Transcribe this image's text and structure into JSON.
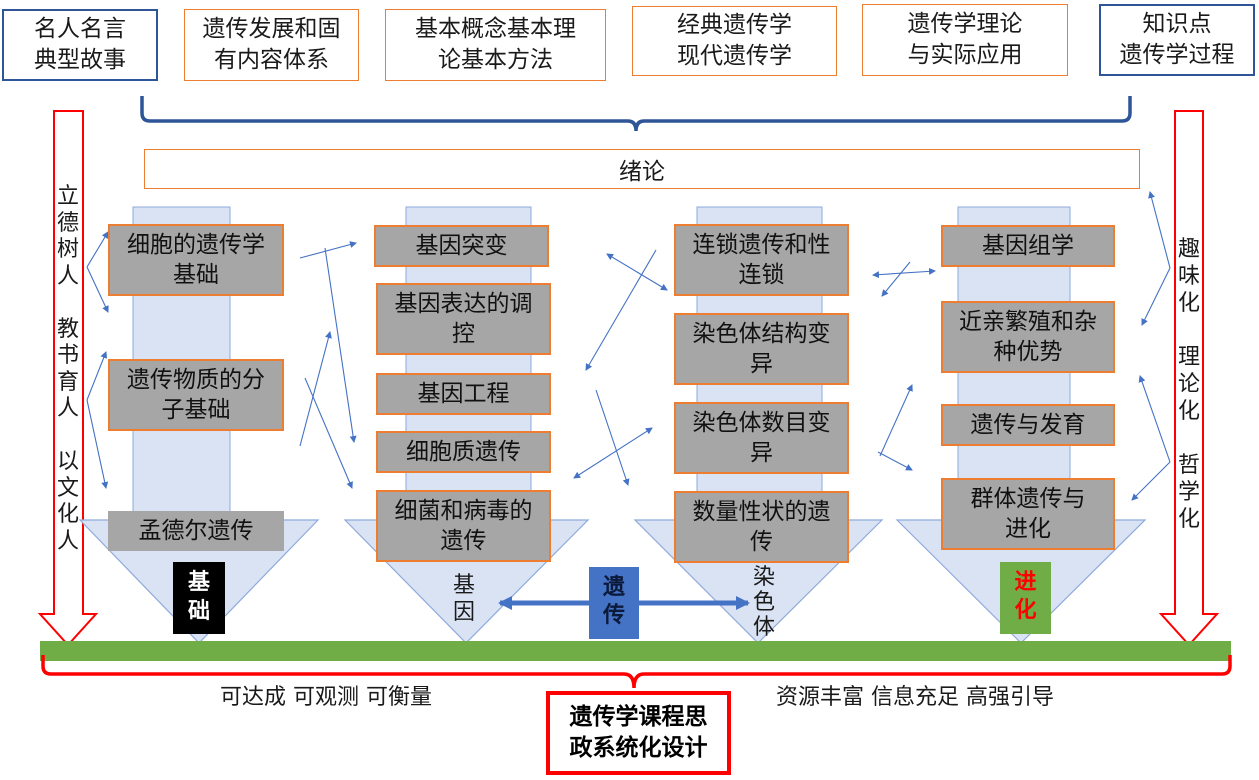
{
  "top_boxes": [
    {
      "text": "名人名言\n典型故事",
      "border": "#2e5597"
    },
    {
      "text": "遗传发展和固\n有内容体系",
      "border": "#ed7d31"
    },
    {
      "text": "基本概念基本理\n论基本方法",
      "border": "#ed7d31"
    },
    {
      "text": "经典遗传学\n现代遗传学",
      "border": "#ed7d31"
    },
    {
      "text": "遗传学理论\n与实际应用",
      "border": "#ed7d31"
    },
    {
      "text": "知识点\n遗传学过程",
      "border": "#2e5597"
    }
  ],
  "intro_bar": "绪论",
  "left_arrow_text": "立\n德\n树\n人\n \n教\n书\n育\n人\n \n以\n文\n化\n人",
  "right_arrow_text": "趣\n味\n化\n \n理\n论\n化\n \n哲\n学\n化",
  "columns": [
    {
      "nodes": [
        "细胞的遗传学\n基础",
        "遗传物质的分\n子基础"
      ],
      "base_node": "孟德尔遗传",
      "tip_label": "基\n础"
    },
    {
      "nodes": [
        "基因突变",
        "基因表达的调\n控",
        "基因工程",
        "细胞质遗传",
        "细菌和病毒的\n遗传"
      ],
      "tip_label": "基\n因"
    },
    {
      "nodes": [
        "连锁遗传和性\n连锁",
        "染色体结构变\n异",
        "染色体数目变\n异",
        "数量性状的遗\n传"
      ],
      "tip_label": "染\n色\n体"
    },
    {
      "nodes": [
        "基因组学",
        "近亲繁殖和杂\n种优势",
        "遗传与发育",
        "群体遗传与\n进化"
      ],
      "tip_label": "进\n化"
    }
  ],
  "center_label": "遗\n传",
  "bottom_left": "可达成  可观测  可衡量",
  "bottom_right": "资源丰富  信息充足  高强引导",
  "title_box": "遗传学课程思\n政系统化设计",
  "colors": {
    "blue_border": "#2e5597",
    "orange": "#ed7d31",
    "node_fill": "#a6a6a6",
    "light_blue": "#dae3f3",
    "green": "#70ad47",
    "red": "#ff0000",
    "blue_block": "#4472c4",
    "black": "#000000"
  }
}
